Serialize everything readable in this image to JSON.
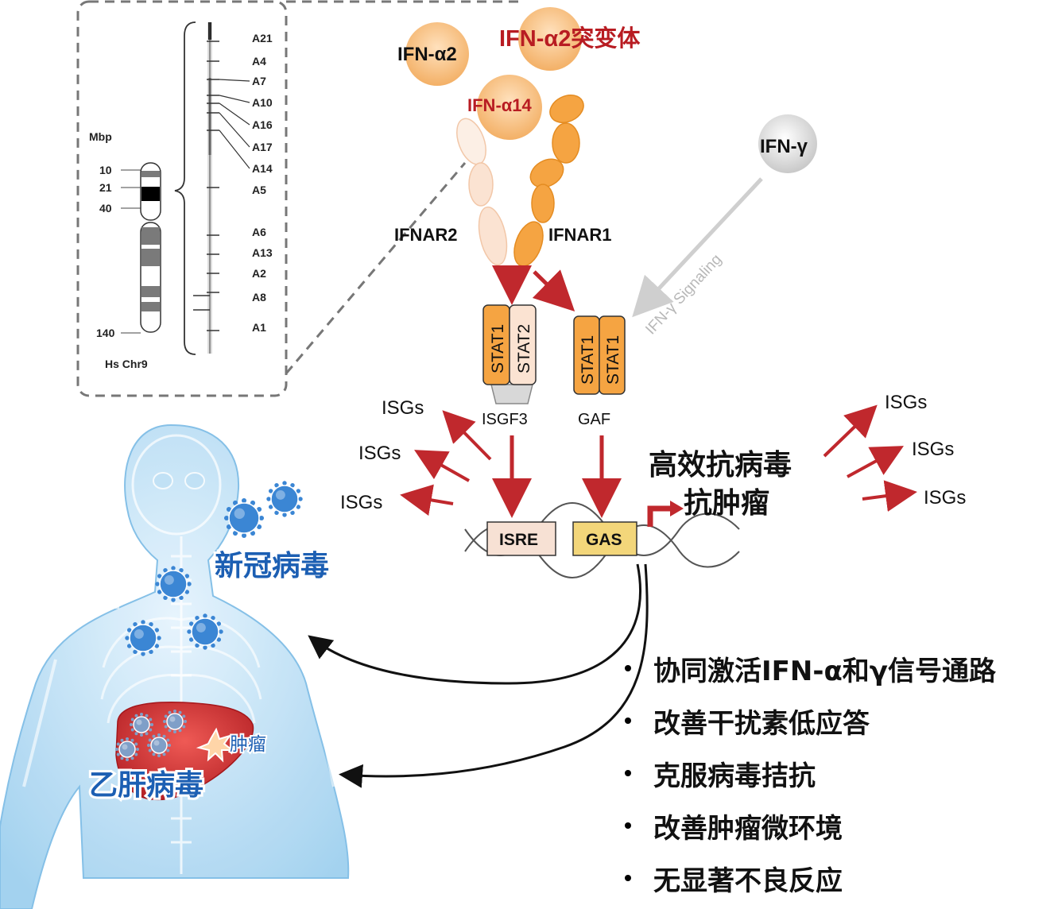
{
  "chromosome": {
    "axis_label": "Mbp",
    "ticks": [
      "10",
      "21",
      "40",
      "140"
    ],
    "chromosome_label": "Hs Chr9",
    "genes": [
      "A21",
      "A4",
      "A7",
      "A10",
      "A16",
      "A17",
      "A14",
      "A5",
      "A6",
      "A13",
      "A2",
      "A8",
      "A1"
    ]
  },
  "ligands": {
    "ifn_a2": "IFN-α2",
    "ifn_a2_mutant": "IFN-α2突变体",
    "ifn_a14": "IFN-α14",
    "ifn_g": "IFN-γ"
  },
  "receptors": {
    "ifnar2": "IFNAR2",
    "ifnar1": "IFNAR1"
  },
  "signaling_label": "IFN-γ Signaling",
  "complexes": {
    "isgf3": {
      "label": "ISGF3",
      "units": [
        "STAT1",
        "STAT2"
      ]
    },
    "gaf": {
      "label": "GAF",
      "units": [
        "STAT1",
        "STAT1"
      ]
    }
  },
  "dna_elements": {
    "isre": "ISRE",
    "gas": "GAS"
  },
  "outputs": {
    "isg_label": "ISGs",
    "effect_line1": "高效抗病毒",
    "effect_line2": "抗肿瘤"
  },
  "body": {
    "covid_label": "新冠病毒",
    "hbv_label": "乙肝病毒",
    "tumor_label": "肿瘤"
  },
  "benefits": [
    "协同激活IFN-α和γ信号通路",
    "改善干扰素低应答",
    "克服病毒拮抗",
    "改善肿瘤微环境",
    "无显著不良反应"
  ],
  "colors": {
    "arrow_red": "#c0282d",
    "ligand_orange": "#f5b971",
    "receptor_orange": "#f5a442",
    "receptor_pale": "#fbe3d2",
    "title_red": "#b81c22",
    "body_blue": "#a9d6f2",
    "virus_blue": "#3b86d4",
    "liver_red": "#d02b2e",
    "isre_fill": "#f7e1d4",
    "gas_fill": "#f3d67a"
  }
}
